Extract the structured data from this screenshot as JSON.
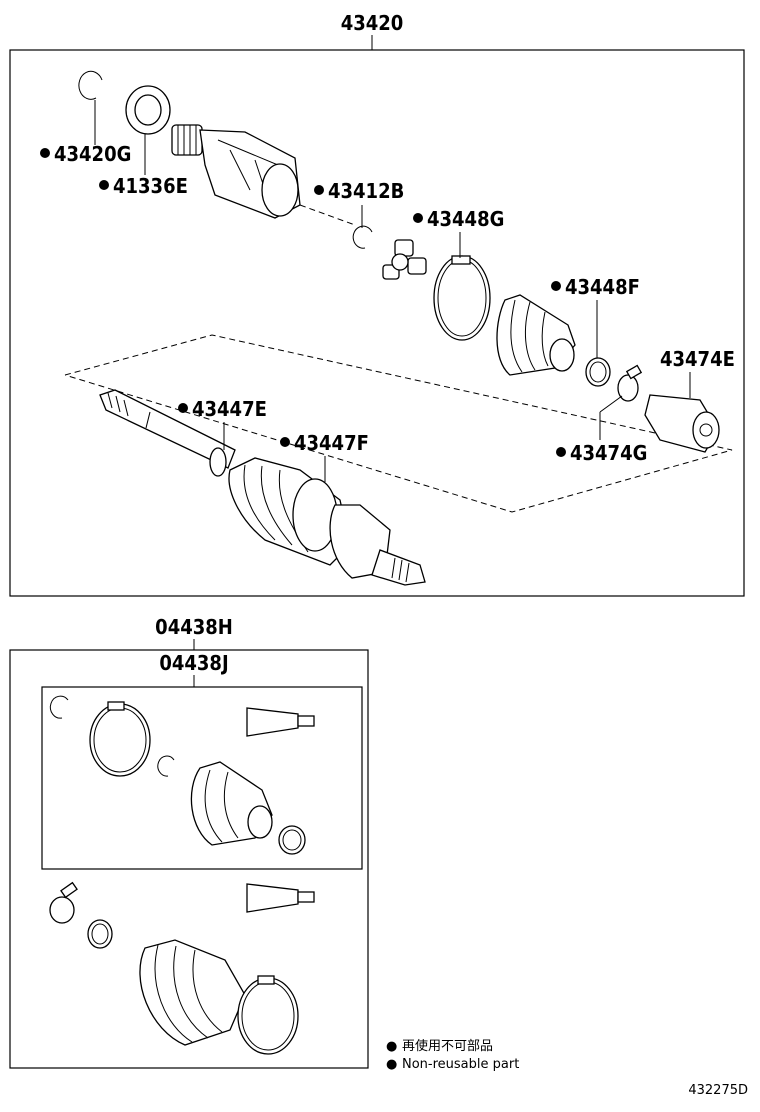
{
  "assembly": {
    "part_no": "43420",
    "parts": [
      {
        "no": "43420G",
        "non_reusable": true
      },
      {
        "no": "41336E",
        "non_reusable": true
      },
      {
        "no": "43412B",
        "non_reusable": true
      },
      {
        "no": "43448G",
        "non_reusable": true
      },
      {
        "no": "43448F",
        "non_reusable": true
      },
      {
        "no": "43474E",
        "non_reusable": false
      },
      {
        "no": "43447E",
        "non_reusable": true
      },
      {
        "no": "43447F",
        "non_reusable": true
      },
      {
        "no": "43474G",
        "non_reusable": true
      }
    ]
  },
  "kit": {
    "part_no_1": "04438H",
    "part_no_2": "04438J"
  },
  "legend": {
    "bullet": "●",
    "line_1": "再使用不可部品",
    "line_2": "Non-reusable part"
  },
  "diagram_code": "432275D"
}
